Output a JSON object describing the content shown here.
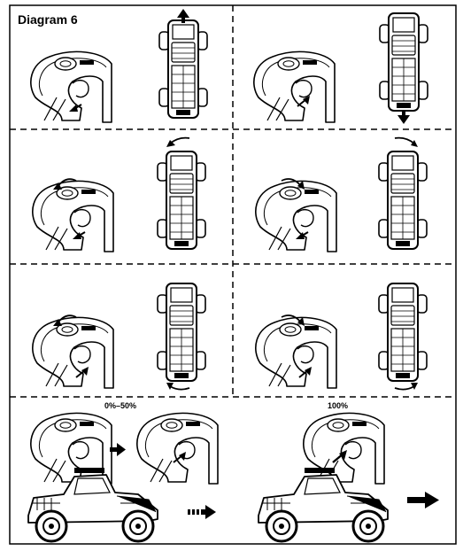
{
  "diagram": {
    "title": "Diagram 6",
    "labels": {
      "throttle_partial": "0%–50%",
      "throttle_full": "100%"
    },
    "panels": [
      {
        "id": "forward",
        "controller": "trigger pulled",
        "truck": "top view, arrow up"
      },
      {
        "id": "reverse",
        "controller": "trigger pushed",
        "truck": "top view, arrow down"
      },
      {
        "id": "forward-left",
        "controller": "wheel left, trigger pulled",
        "truck": "front wheels turned, arrow top-left"
      },
      {
        "id": "forward-right",
        "controller": "wheel right, trigger pulled",
        "truck": "front wheels turned, arrow top-right"
      },
      {
        "id": "reverse-left",
        "controller": "wheel left, trigger pushed",
        "truck": "front wheels turned, arrow bottom-left"
      },
      {
        "id": "reverse-right",
        "controller": "wheel right, trigger pushed",
        "truck": "front wheels turned, arrow bottom-right"
      },
      {
        "id": "speed-partial",
        "controller": "trigger partially pulled",
        "truck": "side view, dashed arrow"
      },
      {
        "id": "speed-full",
        "controller": "trigger fully pulled",
        "truck": "side view, solid arrow"
      }
    ],
    "colors": {
      "line": "#000000",
      "background": "#ffffff"
    }
  }
}
